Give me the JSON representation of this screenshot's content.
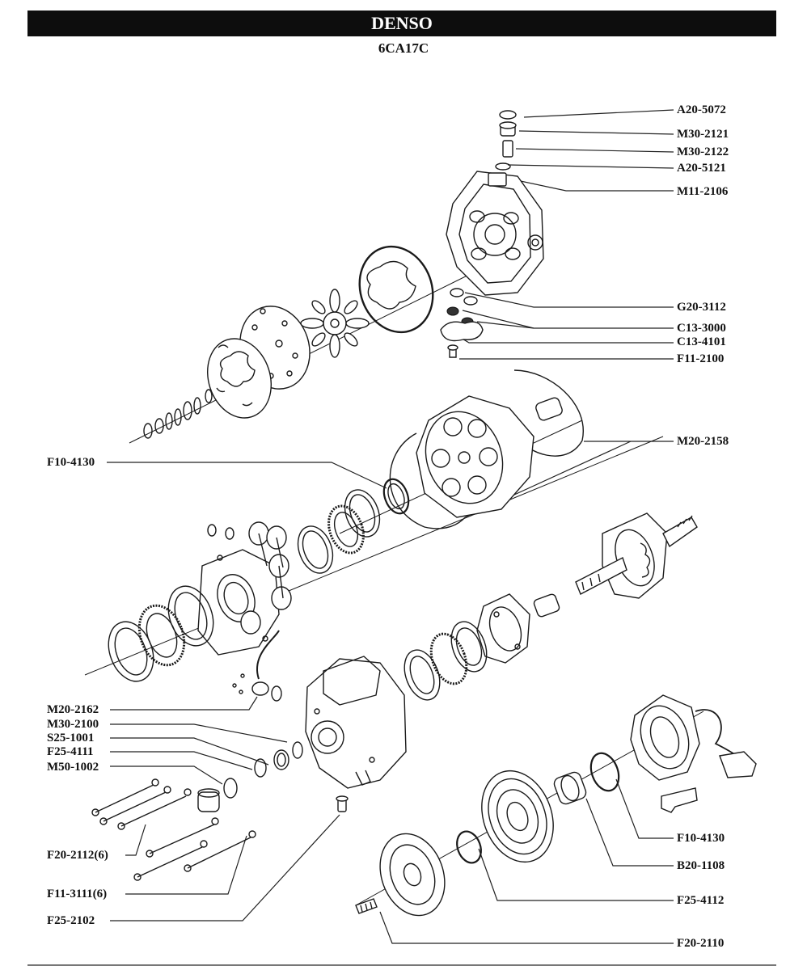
{
  "header": {
    "brand": "DENSO",
    "model": "6CA17C"
  },
  "callouts_right": [
    {
      "id": "a20-5072",
      "text": "A20-5072"
    },
    {
      "id": "m30-2121",
      "text": "M30-2121"
    },
    {
      "id": "m30-2122",
      "text": "M30-2122"
    },
    {
      "id": "a20-5121",
      "text": "A20-5121"
    },
    {
      "id": "m11-2106",
      "text": "M11-2106"
    },
    {
      "id": "g20-3112",
      "text": "G20-3112"
    },
    {
      "id": "c13-3000",
      "text": "C13-3000"
    },
    {
      "id": "c13-4101",
      "text": "C13-4101"
    },
    {
      "id": "f11-2100",
      "text": "F11-2100"
    },
    {
      "id": "m20-2158",
      "text": "M20-2158"
    },
    {
      "id": "f10-4130-r",
      "text": "F10-4130"
    },
    {
      "id": "b20-1108",
      "text": "B20-1108"
    },
    {
      "id": "f25-4112",
      "text": "F25-4112"
    },
    {
      "id": "f20-2110",
      "text": "F20-2110"
    }
  ],
  "callouts_left": [
    {
      "id": "f10-4130-l",
      "text": "F10-4130"
    },
    {
      "id": "m20-2162",
      "text": "M20-2162"
    },
    {
      "id": "m30-2100",
      "text": "M30-2100"
    },
    {
      "id": "s25-1001",
      "text": "S25-1001"
    },
    {
      "id": "f25-4111",
      "text": "F25-4111"
    },
    {
      "id": "m50-1002",
      "text": "M50-1002"
    },
    {
      "id": "f20-2112-6",
      "text": "F20-2112(6)"
    },
    {
      "id": "f11-3111-6",
      "text": "F11-3111(6)"
    },
    {
      "id": "f25-2102",
      "text": "F25-2102"
    }
  ]
}
